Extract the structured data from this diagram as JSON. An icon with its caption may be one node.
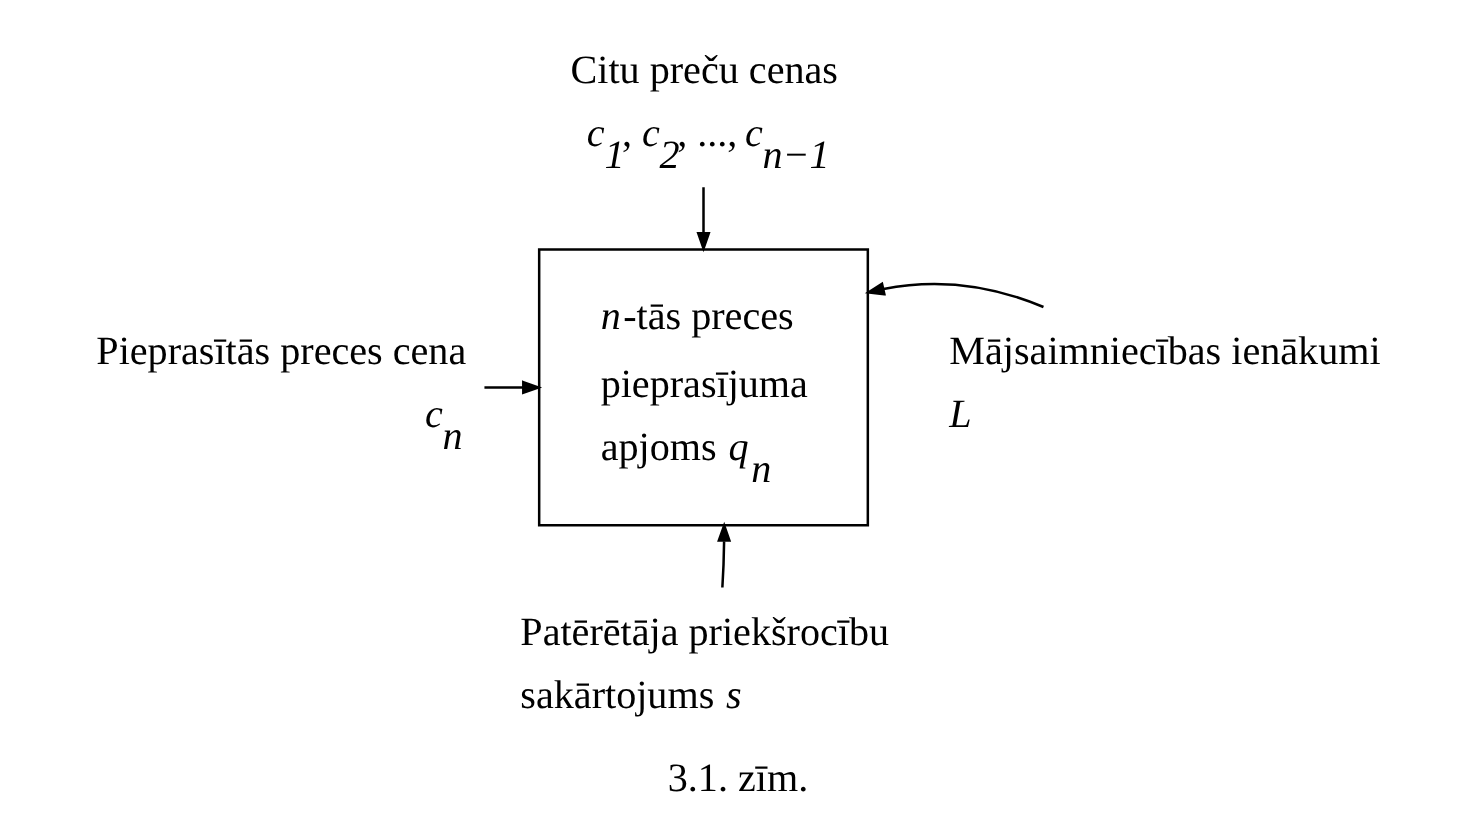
{
  "diagram": {
    "caption": "3.1. zīm.",
    "nodes": [
      {
        "text": [
          "*n*-tās preces pieprasījuma apjoms *q*$_{n}$"
        ]
      },
      {
        "text": [
          "Citu preču cenas",
          "*c*$_{1}$, *c*$_{2}$, ..., *c*$_{n−1}$"
        ]
      },
      {
        "text": [
          "Pieprasītās preces cena *c*$_{n}$"
        ]
      },
      {
        "text": [
          "Mājsaimniecības ienākumi *L*"
        ]
      },
      {
        "text": [
          "Patērētāja priekšrocību sakārtojums *s*"
        ]
      }
    ],
    "edges": [
      {
        "from": 1,
        "to": 0,
        "arrow": "to"
      },
      {
        "from": 2,
        "to": 0,
        "arrow": "to"
      },
      {
        "from": 3,
        "to": 0,
        "arrow": "to"
      },
      {
        "from": 4,
        "to": 0,
        "arrow": "to"
      }
    ]
  }
}
